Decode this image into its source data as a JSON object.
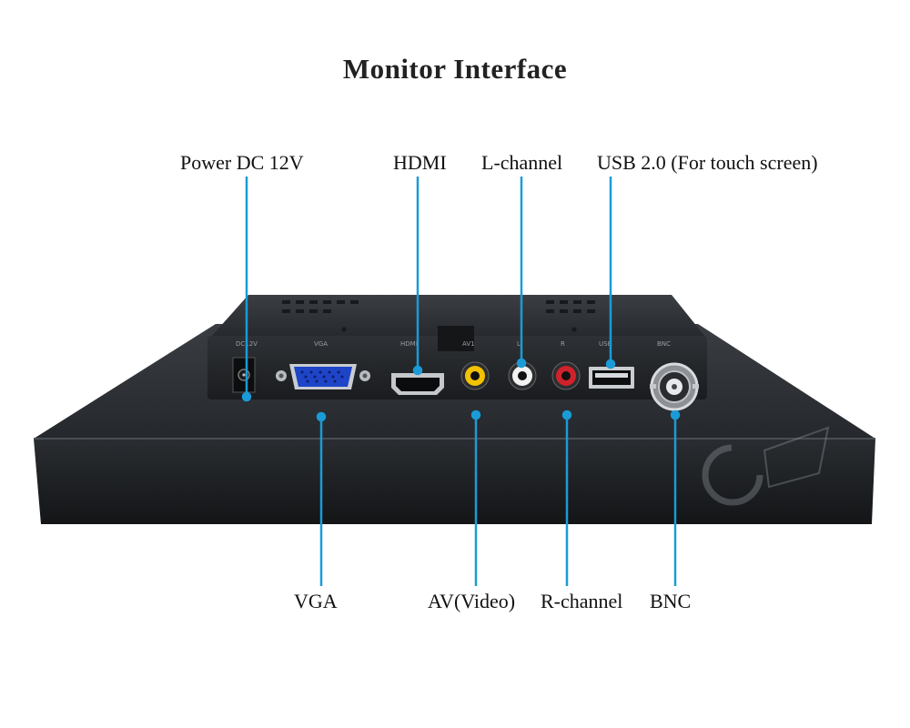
{
  "title": "Monitor Interface",
  "labels": {
    "power": "Power DC 12V",
    "hdmi": "HDMI",
    "l_channel": "L-channel",
    "usb": "USB 2.0 (For touch screen)",
    "vga": "VGA",
    "av_video": "AV(Video)",
    "r_channel": "R-channel",
    "bnc": "BNC"
  },
  "panel_silkscreen": [
    "DC12V",
    "VGA",
    "HDMI",
    "AV1",
    "L",
    "R",
    "USB",
    "BNC"
  ],
  "colors": {
    "leader_line": "#1a9bd7",
    "chassis": "#1e2023",
    "rca_video": "#f3c200",
    "rca_left": "#f2f2f2",
    "rca_right": "#d0222a",
    "vga_port": "#1e44c8"
  }
}
